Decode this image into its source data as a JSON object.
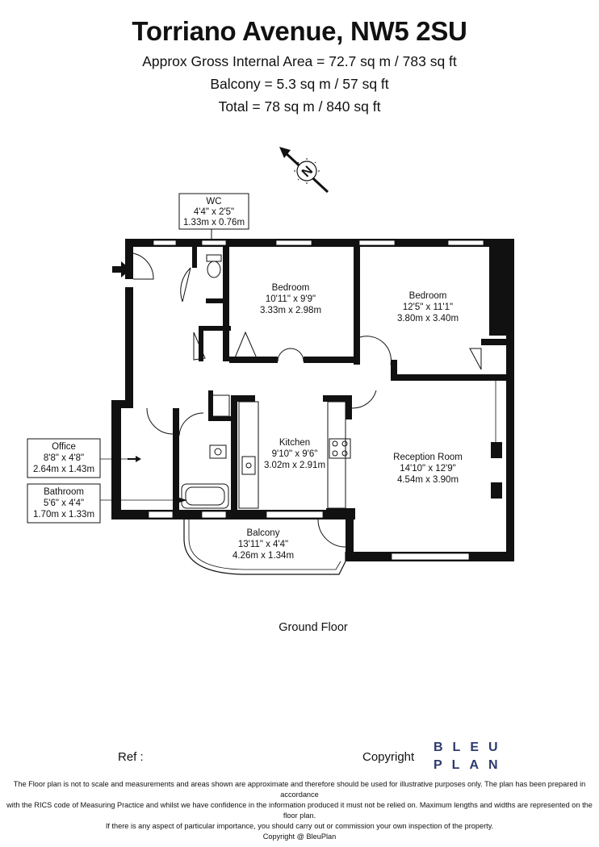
{
  "header": {
    "title": "Torriano Avenue, NW5 2SU",
    "gross_area": "Approx Gross Internal Area = 72.7 sq m / 783 sq ft",
    "balcony_area": "Balcony = 5.3 sq m / 57 sq ft",
    "total_area": "Total = 78 sq m / 840 sq ft"
  },
  "compass": {
    "letter": "N"
  },
  "rooms": {
    "wc": {
      "name": "WC",
      "imperial": "4'4\" x 2'5\"",
      "metric": "1.33m x 0.76m"
    },
    "bedroom1": {
      "name": "Bedroom",
      "imperial": "10'11\" x 9'9\"",
      "metric": "3.33m x 2.98m"
    },
    "bedroom2": {
      "name": "Bedroom",
      "imperial": "12'5\" x 11'1\"",
      "metric": "3.80m x 3.40m"
    },
    "kitchen": {
      "name": "Kitchen",
      "imperial": "9'10\" x 9'6\"",
      "metric": "3.02m x 2.91m"
    },
    "reception": {
      "name": "Reception Room",
      "imperial": "14'10\" x 12'9\"",
      "metric": "4.54m x 3.90m"
    },
    "office": {
      "name": "Office",
      "imperial": "8'8\" x 4'8\"",
      "metric": "2.64m x 1.43m"
    },
    "bathroom": {
      "name": "Bathroom",
      "imperial": "5'6\" x 4'4\"",
      "metric": "1.70m x 1.33m"
    },
    "balcony": {
      "name": "Balcony",
      "imperial": "13'11\" x 4'4\"",
      "metric": "4.26m x 1.34m"
    }
  },
  "floor_label": "Ground Floor",
  "footer": {
    "ref_label": "Ref  :",
    "copyright_label": "Copyright",
    "logo_line1": "BLEU",
    "logo_line2": "PLAN",
    "disclaimer_1": "The Floor plan is not to scale and measurements and areas shown are approximate and therefore should be used for illustrative purposes only. The plan has been prepared in accordance",
    "disclaimer_2": "with the RICS code of Measuring Practice and whilst we have confidence in the information produced it must not be relied on. Maximum lengths and widths are represented on the floor plan.",
    "disclaimer_3": "If there is any aspect of particular importance, you should carry out or commission your own inspection of the property.",
    "disclaimer_4": "Copyright @ BleuPlan"
  },
  "colors": {
    "wall": "#111111",
    "logo": "#2d3a6e"
  }
}
